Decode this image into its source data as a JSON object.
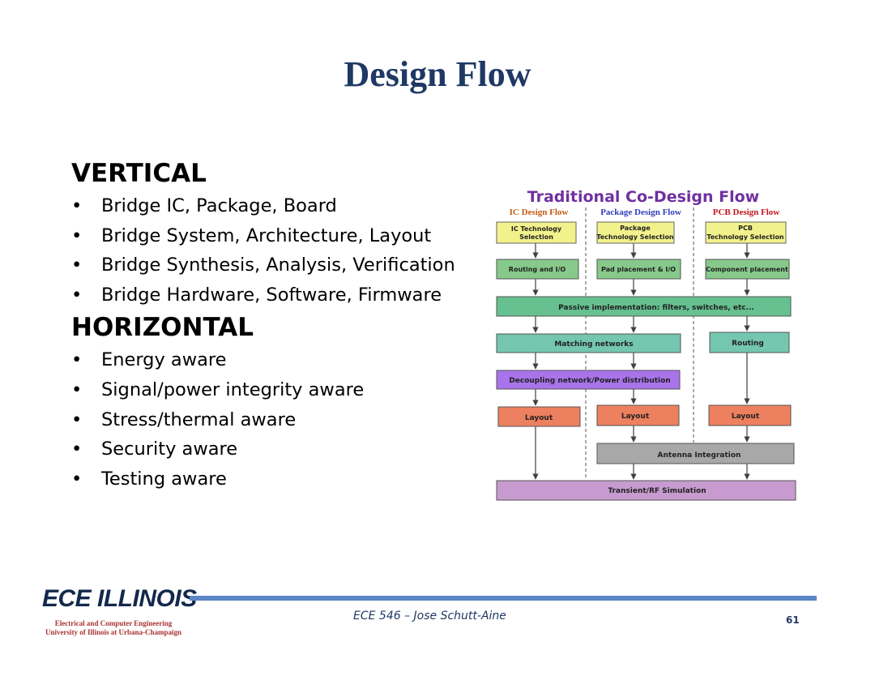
{
  "slide": {
    "title": "Design Flow",
    "vertical": {
      "heading": "VERTICAL",
      "items": [
        "Bridge IC, Package, Board",
        "Bridge System, Architecture, Layout",
        "Bridge Synthesis, Analysis, Verification",
        "Bridge Hardware, Software, Firmware"
      ]
    },
    "horizontal": {
      "heading": "HORIZONTAL",
      "items": [
        "Energy aware",
        "Signal/power integrity aware",
        "Stress/thermal aware",
        "Security aware",
        "Testing aware"
      ]
    }
  },
  "diagram": {
    "title": "Traditional Co-Design Flow",
    "columns": {
      "ic": "IC Design Flow",
      "package": "Package Design Flow",
      "pcb": "PCB Design Flow"
    },
    "boxes": {
      "ic_tech_line1": "IC Technology",
      "ic_tech_line2": "Selection",
      "pkg_tech_line1": "Package",
      "pkg_tech_line2": "Technology Selection",
      "pcb_tech_line1": "PCB",
      "pcb_tech_line2": "Technology Selection",
      "routing_io": "Routing and I/O",
      "pad_placement": "Pad placement & I/O",
      "component_placement": "Component placement",
      "passive": "Passive implementation: filters, switches, etc...",
      "matching": "Matching networks",
      "routing": "Routing",
      "decoupling": "Decoupling network/Power distribution",
      "layout": "Layout",
      "antenna": "Antenna Integration",
      "simulation": "Transient/RF Simulation"
    },
    "colors": {
      "title": "#7030a0",
      "ic_header": "#c55a11",
      "package_header": "#2f3bb8",
      "pcb_header": "#c0161d",
      "tech_fill": "#f2f28c",
      "green_fill": "#86c98a",
      "passive_fill": "#67c08f",
      "teal_fill": "#74c6ae",
      "purple_fill": "#a974ea",
      "layout_fill": "#ec805f",
      "gray_fill": "#a8a8a8",
      "sim_fill": "#c79bd0"
    }
  },
  "footer": {
    "logo": "ECE ILLINOIS",
    "dept_line1": "Electrical and Computer Engineering",
    "dept_line2": "University of Illinois at Urbana-Champaign",
    "course": "ECE 546 – Jose Schutt-Aine",
    "page": "61"
  }
}
